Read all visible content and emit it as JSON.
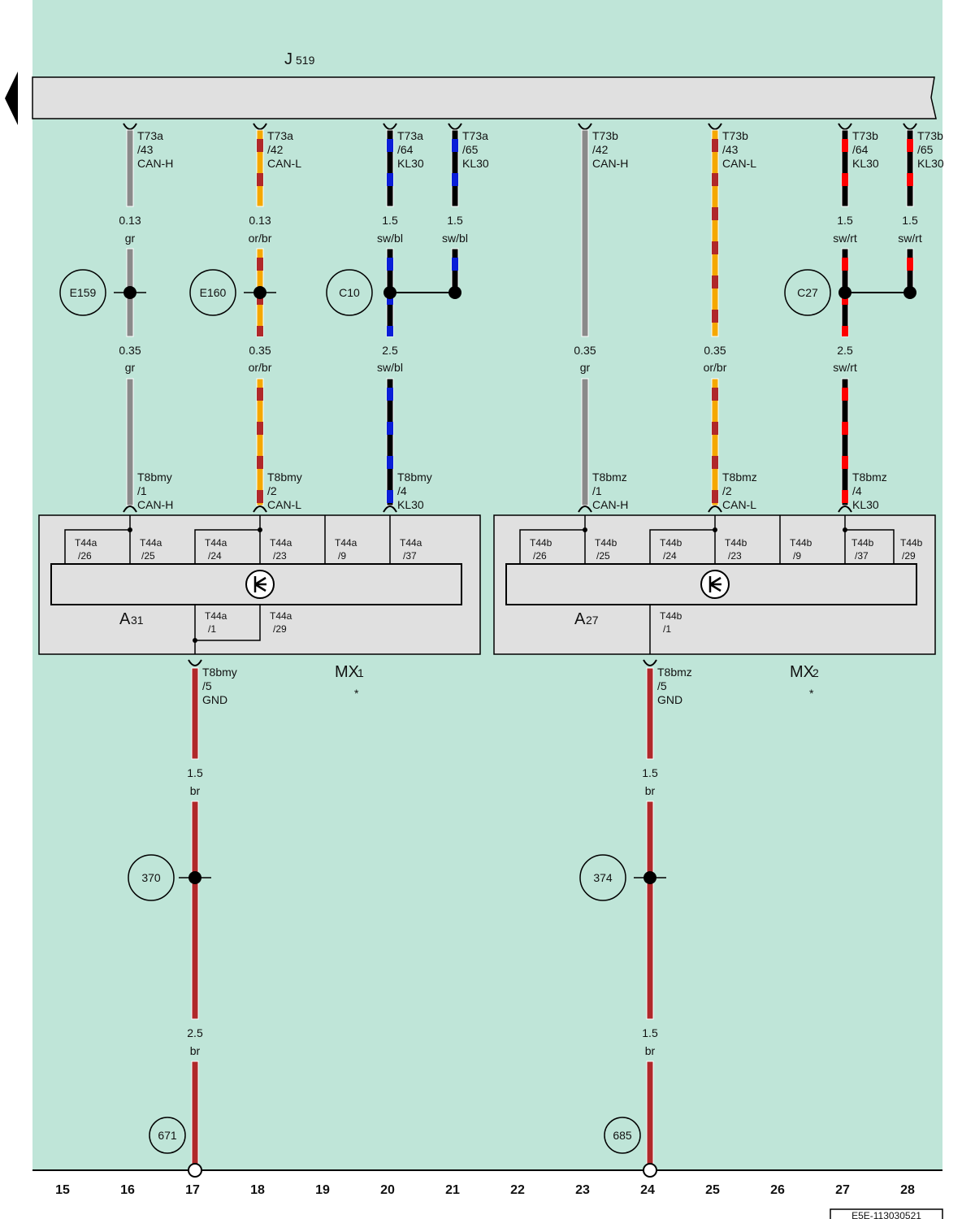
{
  "diagram": {
    "title_main": "J",
    "title_sub": "519",
    "doc_id": "E5E-113030521",
    "column_numbers": [
      "15",
      "16",
      "17",
      "18",
      "19",
      "20",
      "21",
      "22",
      "23",
      "24",
      "25",
      "26",
      "27",
      "28"
    ],
    "colors": {
      "background": "#bfe5d8",
      "box": "#e0e0e0",
      "gr": "#8a8a8a",
      "or": "#f5a800",
      "br": "#b0282a",
      "sw": "#000000",
      "bl": "#0a1ed8",
      "rt": "#ff0000"
    },
    "top_pins": [
      {
        "conn": "T73a",
        "pin": "/43",
        "sig": "CAN-H"
      },
      {
        "conn": "T73a",
        "pin": "/42",
        "sig": "CAN-L"
      },
      {
        "conn": "T73a",
        "pin": "/64",
        "sig": "KL30"
      },
      {
        "conn": "T73a",
        "pin": "/65",
        "sig": "KL30"
      },
      {
        "conn": "T73b",
        "pin": "/42",
        "sig": "CAN-H"
      },
      {
        "conn": "T73b",
        "pin": "/43",
        "sig": "CAN-L"
      },
      {
        "conn": "T73b",
        "pin": "/64",
        "sig": "KL30"
      },
      {
        "conn": "T73b",
        "pin": "/65",
        "sig": "KL30"
      }
    ],
    "upper_wires": [
      {
        "size": "0.13",
        "color": "gr"
      },
      {
        "size": "0.13",
        "color": "or/br"
      },
      {
        "size": "1.5",
        "color": "sw/bl"
      },
      {
        "size": "1.5",
        "color": "sw/bl"
      },
      {
        "size": "1.5",
        "color": "sw/rt"
      },
      {
        "size": "1.5",
        "color": "sw/rt"
      }
    ],
    "splices": [
      "E159",
      "E160",
      "C10",
      "C27"
    ],
    "lower_wires": [
      {
        "size": "0.35",
        "color": "gr"
      },
      {
        "size": "0.35",
        "color": "or/br"
      },
      {
        "size": "2.5",
        "color": "sw/bl"
      },
      {
        "size": "0.35",
        "color": "gr"
      },
      {
        "size": "0.35",
        "color": "or/br"
      },
      {
        "size": "2.5",
        "color": "sw/rt"
      }
    ],
    "module_pins": [
      {
        "conn": "T8bmy",
        "pin": "/1",
        "sig": "CAN-H"
      },
      {
        "conn": "T8bmy",
        "pin": "/2",
        "sig": "CAN-L"
      },
      {
        "conn": "T8bmy",
        "pin": "/4",
        "sig": "KL30"
      },
      {
        "conn": "T8bmz",
        "pin": "/1",
        "sig": "CAN-H"
      },
      {
        "conn": "T8bmz",
        "pin": "/2",
        "sig": "CAN-L"
      },
      {
        "conn": "T8bmz",
        "pin": "/4",
        "sig": "KL30"
      }
    ],
    "module1": {
      "name_main": "A",
      "name_sub": "31",
      "top_pins": [
        {
          "conn": "T44a",
          "pin": "/26"
        },
        {
          "conn": "T44a",
          "pin": "/25"
        },
        {
          "conn": "T44a",
          "pin": "/24"
        },
        {
          "conn": "T44a",
          "pin": "/23"
        },
        {
          "conn": "T44a",
          "pin": "/9"
        },
        {
          "conn": "T44a",
          "pin": "/37"
        }
      ],
      "bottom_pins": [
        {
          "conn": "T44a",
          "pin": "/1"
        },
        {
          "conn": "T44a",
          "pin": "/29"
        }
      ],
      "group_main": "MX",
      "group_sub": "1",
      "star": "*"
    },
    "module2": {
      "name_main": "A",
      "name_sub": "27",
      "top_pins": [
        {
          "conn": "T44b",
          "pin": "/26"
        },
        {
          "conn": "T44b",
          "pin": "/25"
        },
        {
          "conn": "T44b",
          "pin": "/24"
        },
        {
          "conn": "T44b",
          "pin": "/23"
        },
        {
          "conn": "T44b",
          "pin": "/9"
        },
        {
          "conn": "T44b",
          "pin": "/37"
        },
        {
          "conn": "T44b",
          "pin": "/29"
        }
      ],
      "bottom_pins": [
        {
          "conn": "T44b",
          "pin": "/1"
        }
      ],
      "group_main": "MX",
      "group_sub": "2",
      "star": "*"
    },
    "ground_pins": [
      {
        "conn": "T8bmy",
        "pin": "/5",
        "sig": "GND"
      },
      {
        "conn": "T8bmz",
        "pin": "/5",
        "sig": "GND"
      }
    ],
    "ground_wires": [
      {
        "size": "1.5",
        "color": "br"
      },
      {
        "size": "1.5",
        "color": "br"
      },
      {
        "size": "2.5",
        "color": "br"
      },
      {
        "size": "1.5",
        "color": "br"
      }
    ],
    "ground_splices": [
      "370",
      "374"
    ],
    "ground_points": [
      "671",
      "685"
    ]
  }
}
